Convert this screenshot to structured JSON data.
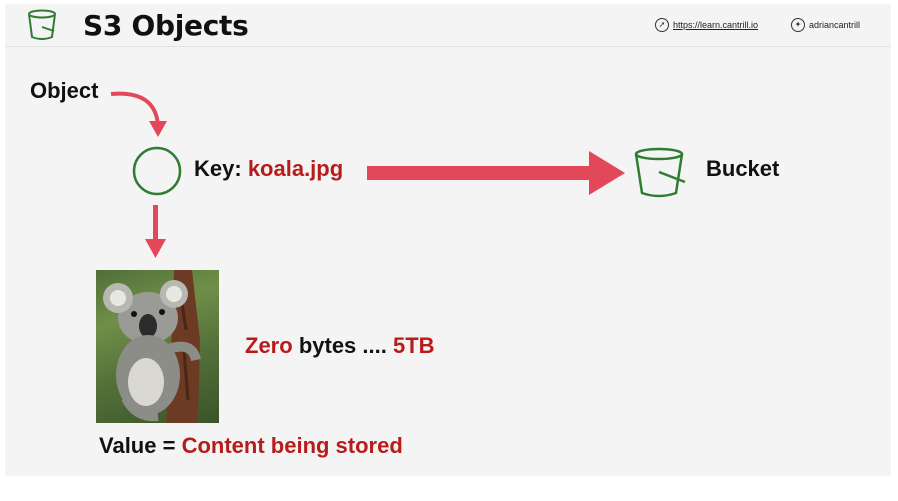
{
  "header": {
    "title": "S3 Objects",
    "icon": "bucket-icon",
    "site_icon": "compass-icon",
    "site_url": "https://learn.cantrill.io",
    "social_icon": "twitter-icon",
    "twitter_handle": "adriancantrill"
  },
  "diagram": {
    "object_label": "Object",
    "key_prefix": "Key:",
    "key_value": "koala.jpg",
    "bucket_label": "Bucket",
    "size_min": "Zero",
    "size_mid": "bytes ....",
    "size_max": "5TB",
    "value_prefix": "Value =",
    "value_text": "Content being stored",
    "object_icon": "circle-icon",
    "bucket_icon": "bucket-icon",
    "image": "koala-photo"
  },
  "colors": {
    "arrow": "#e2475a",
    "accent_text": "#b71c1c",
    "icon_green": "#2e7d32",
    "background": "#f4f4f4"
  }
}
